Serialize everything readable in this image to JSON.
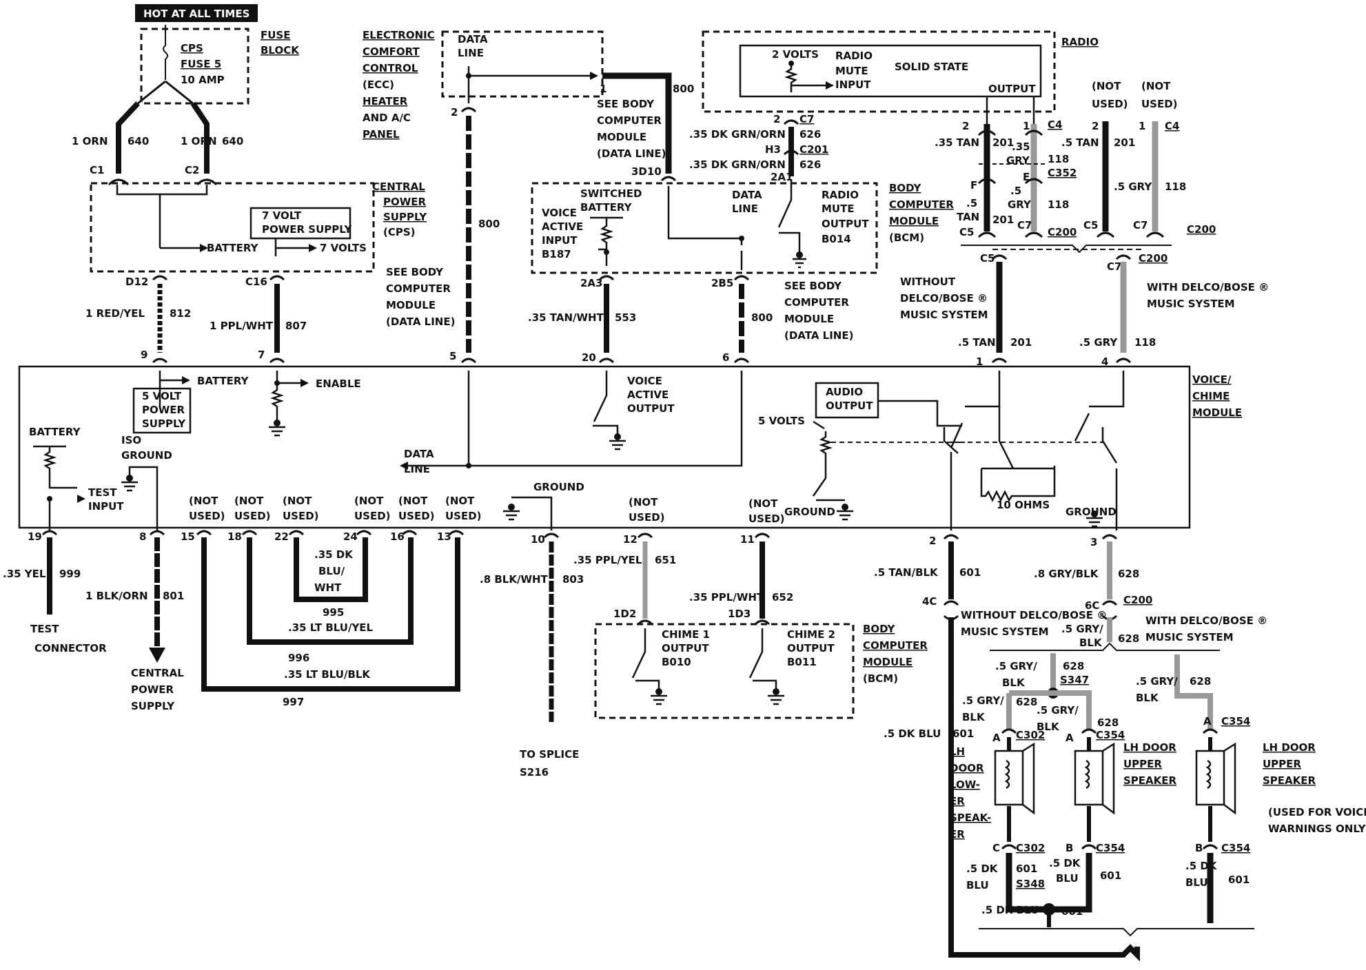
{
  "header": {
    "hot": "HOT AT ALL TIMES"
  },
  "fuse": {
    "l1": "CPS",
    "l2": "FUSE 5",
    "l3": "10 AMP",
    "block1": "FUSE",
    "block2": "BLOCK"
  },
  "cps": {
    "wire_l": "1 ORN",
    "ckt_l": "640",
    "wire_r": "1 ORN",
    "ckt_r": "640",
    "c1": "C1",
    "c2": "C2",
    "t1": "CENTRAL",
    "t2": "POWER",
    "t3": "SUPPLY",
    "t4": "(CPS)",
    "ps1": "7 VOLT",
    "ps2": "POWER SUPPLY",
    "battery": "BATTERY",
    "sevenv": "7 VOLTS",
    "d12": "D12",
    "c16": "C16"
  },
  "ecc": {
    "l1": "ELECTRONIC",
    "l2": "COMFORT",
    "l3": "CONTROL",
    "l4": "(ECC)",
    "l5": "HEATER",
    "l6": "AND A/C",
    "l7": "PANEL",
    "data1": "DATA",
    "data2": "LINE",
    "pin1": "1",
    "pin2": "2",
    "ckt800": "800"
  },
  "bcm_top": {
    "s1": "SEE BODY",
    "s2": "COMPUTER",
    "s3": "MODULE",
    "s4": "(DATA LINE)",
    "p3d10": "3D10",
    "sw1": "SWITCHED",
    "sw2": "BATTERY",
    "va1": "VOICE",
    "va2": "ACTIVE",
    "va3": "INPUT",
    "va4": "B187",
    "dl1": "DATA",
    "dl2": "LINE",
    "rm1": "RADIO",
    "rm2": "MUTE",
    "rm3": "OUTPUT",
    "rm4": "B014",
    "p2a1": "2A1",
    "p2a3": "2A3",
    "p2b5": "2B5",
    "b1": "BODY",
    "b2": "COMPUTER",
    "b3": "MODULE",
    "b4": "(BCM)"
  },
  "radio": {
    "title": "RADIO",
    "v2": "2 VOLTS",
    "m1": "RADIO",
    "m2": "MUTE",
    "m3": "INPUT",
    "ss": "SOLID STATE",
    "out": "OUTPUT",
    "w626a": ".35 DK GRN/ORN",
    "w626b": ".35 DK GRN/ORN",
    "c626": "626",
    "c7": "C7",
    "c201": "C201",
    "h3": "H3",
    "p2": "2"
  },
  "c4": {
    "p2": "2",
    "p1": "1",
    "c4": "C4",
    "tan": ".35 TAN",
    "c201": "201",
    "gry35": ".35",
    "gry": "GRY",
    "c118": "118",
    "c352": "C352",
    "f": "F",
    "e": "E",
    "tan5a": ".5",
    "tan5b": "TAN",
    "g5": ".5",
    "gry2": "GRY",
    "c201b": "201",
    "c118b": "118",
    "c5": "C5",
    "c7": "C7",
    "c200": "C200",
    "nu1a": "(NOT",
    "nu1b": "USED)",
    "nu2a": "(NOT",
    "nu2b": "USED)",
    "rtan": ".5 TAN",
    "rgry": ".5 GRY",
    "r201": "201",
    "r118": "118",
    "rc5": "C5",
    "rc7": "C7",
    "rc200": "C200",
    "rc4": "C4",
    "rp2": "2",
    "rp1": "1"
  },
  "mid": {
    "c5": "C5",
    "c200": "C200",
    "c7": "C7",
    "wo1": "WITHOUT",
    "wo2": "DELCO/BOSE ®",
    "wo3": "MUSIC SYSTEM",
    "w1": "WITH DELCO/BOSE ®",
    "w2": "MUSIC SYSTEM",
    "tan": ".5 TAN",
    "c201": "201",
    "gry": ".5 GRY",
    "c118": "118",
    "p1": "1",
    "p4": "4"
  },
  "left": {
    "red": "1 RED/YEL",
    "c812": "812",
    "ppl": "1 PPL/WHT",
    "c807": "807",
    "p9": "9",
    "p7": "7",
    "p5": "5",
    "see1": "SEE BODY",
    "see2": "COMPUTER",
    "see3": "MODULE",
    "see4": "(DATA LINE)",
    "c800": "800",
    "p20": "20",
    "p6": "6",
    "tanwht": ".35 TAN/WHT",
    "c553": "553",
    "c800b": "800",
    "see5": "SEE BODY",
    "see6": "COMPUTER",
    "see7": "MODULE",
    "see8": "(DATA LINE)"
  },
  "vcm": {
    "t1": "VOICE/",
    "t2": "CHIME",
    "t3": "MODULE",
    "battery": "BATTERY",
    "ps1": "5 VOLT",
    "ps2": "POWER",
    "ps3": "SUPPLY",
    "enable": "ENABLE",
    "vo1": "VOICE",
    "vo2": "ACTIVE",
    "vo3": "OUTPUT",
    "ao1": "AUDIO",
    "ao2": "OUTPUT",
    "bat2": "BATTERY",
    "iso1": "ISO",
    "iso2": "GROUND",
    "test1": "TEST",
    "test2": "INPUT",
    "dl1": "DATA",
    "dl2": "LINE",
    "v5": "5 VOLTS",
    "ground": "GROUND",
    "ground2": "GROUND",
    "ground3": "GROUND",
    "ohms": "10 OHMS",
    "nu": [
      "(NOT",
      "USED)"
    ]
  },
  "bottom": {
    "p19": "19",
    "p8": "8",
    "p15": "15",
    "p18": "18",
    "p22": "22",
    "p24": "24",
    "p16": "16",
    "p13": "13",
    "p10": "10",
    "p12": "12",
    "p11": "11",
    "p2": "2",
    "p3": "3",
    "yel": ".35 YEL",
    "c999": "999",
    "tc1": "TEST",
    "tc2": "CONNECTOR",
    "blk": "1 BLK/ORN",
    "c801": "801",
    "cps1": "CENTRAL",
    "cps2": "POWER",
    "cps3": "SUPPLY",
    "dkblu1": ".35 DK",
    "dkblu2": "BLU/",
    "dkblu3": "WHT",
    "c995": "995",
    "ltyel": ".35 LT BLU/YEL",
    "c996": "996",
    "ltblk": ".35 LT BLU/BLK",
    "c997": "997",
    "blkwht": ".8 BLK/WHT",
    "c803": "803",
    "sp1": "TO SPLICE",
    "sp2": "S216",
    "pplyel": ".35 PPL/YEL",
    "c651": "651",
    "pplwht": ".35 PPL/WHT",
    "c652": "652",
    "p1d2": "1D2",
    "p1d3": "1D3",
    "ch1a": "CHIME 1",
    "ch1b": "OUTPUT",
    "ch1c": "B010",
    "ch2a": "CHIME 2",
    "ch2b": "OUTPUT",
    "ch2c": "B011",
    "b1": "BODY",
    "b2": "COMPUTER",
    "b3": "MODULE",
    "b4": "(BCM)"
  },
  "spk": {
    "tanblk": ".5 TAN/BLK",
    "c601": "601",
    "grblk": ".8 GRY/BLK",
    "c628": "628",
    "p4c": "4C",
    "p6c": "6C",
    "c200": "C200",
    "wo1": "WITHOUT DELCO/BOSE ®",
    "wo2": "MUSIC SYSTEM",
    "g5": ".5 GRY/",
    "blk": "BLK",
    "c628b": "628",
    "w1": "WITH DELCO/BOSE ®",
    "w2": "MUSIC SYSTEM",
    "a1": ".5 GRY/",
    "a2": "BLK",
    "a628": "628",
    "s347": "S347",
    "b1": ".5 GRY/",
    "b2": "BLK",
    "b628": "628",
    "c1": ".5 GRY/",
    "c2": "BLK",
    "d1": ".5 GRY/",
    "d2": "BLK",
    "d628": "628",
    "e1": ".5 GRY/",
    "e2": "BLK",
    "e628": "628",
    "dkblu": ".5 DK BLU",
    "c601b": "601",
    "A": "A",
    "c302": "C302",
    "c354a": "C354",
    "c354b": "C354",
    "lh1": "LH",
    "lh2": "DOOR",
    "lh3": "LOW-",
    "lh4": "ER",
    "lh5": "SPEAK-",
    "lh6": "ER",
    "up1": "LH DOOR",
    "up2": "UPPER",
    "up3": "SPEAKER",
    "up4": "LH DOOR",
    "up5": "UPPER",
    "up6": "SPEAKER",
    "used1": "(USED FOR VOICE",
    "used2": "WARNINGS ONLY)",
    "C": "C",
    "c302b": "C302",
    "B": "B",
    "c354c": "C354",
    "c354d": "C354",
    "d5a": ".5 DK",
    "d5b": "BLU",
    "d601": "601",
    "s348": "S348",
    "e5a": ".5 DK",
    "e5b": "BLU",
    "e601": "601",
    "f5a": ".5 DK",
    "f5b": "BLU",
    "f601": "601",
    "bot": ".5 DK BLU",
    "bot601": "601"
  }
}
